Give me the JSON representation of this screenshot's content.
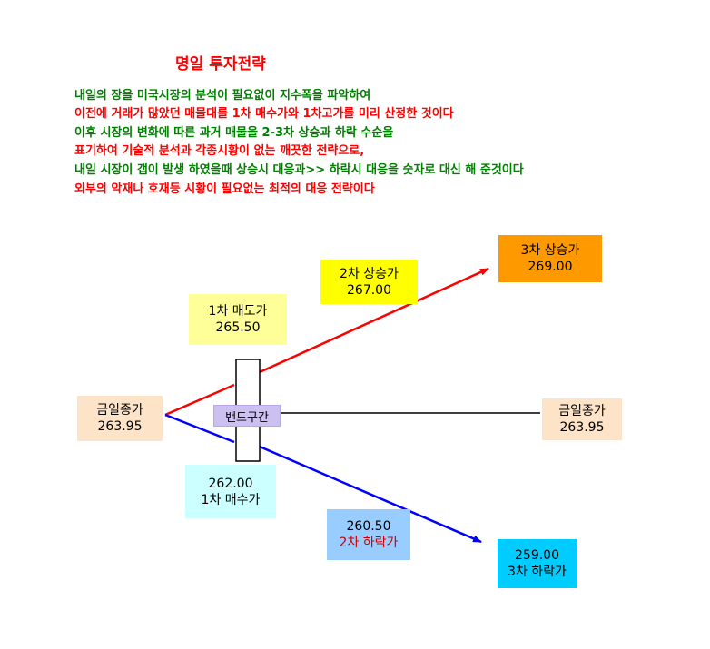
{
  "title": "명일 투자전략",
  "description": [
    {
      "text": "내일의 장을 미국시장의 분석이 필요없이 지수폭을 파악하여",
      "color": "#008000"
    },
    {
      "text": "이전에 거래가 많았던 매물대를 1차 매수가와 1차고가를 미리 산정한 것이다",
      "color": "#ff0000"
    },
    {
      "text": "이후 시장의 변화에 따른 과거 매물을 2-3차 상승과 하락 수순을",
      "color": "#008000"
    },
    {
      "text": "표기하여 기술적  분석과 각종시황이 없는 깨끗한 전략으로,",
      "color": "#ff0000"
    },
    {
      "text": "내일 시장이 갭이 발생 하였을때 상승시 대응과>> 하락시 대응을 숫자로 대신 해 준것이다",
      "color": "#008000"
    },
    {
      "text": "외부의 악재나 호재등  시황이 필요없는 최적의 대응 전략이다",
      "color": "#ff0000"
    }
  ],
  "nodes": {
    "close_left": {
      "label": "금일종가",
      "value": "263.95",
      "color": "#fde3c8"
    },
    "close_right": {
      "label": "금일종가",
      "value": "263.95",
      "color": "#fde3c8"
    },
    "sell1": {
      "label": "1차 매도가",
      "value": "265.50",
      "color": "#ffff99",
      "text_color": "#000000"
    },
    "rise2": {
      "label": "2차 상승가",
      "value": "267.00",
      "color": "#ffff00"
    },
    "rise3": {
      "label": "3차 상승가",
      "value": "269.00",
      "color": "#ff9900"
    },
    "band": {
      "label": "밴드구간",
      "color": "#ccc0f0"
    },
    "buy1": {
      "value": "262.00",
      "label": "1차 매수가",
      "color": "#ccffff"
    },
    "fall2": {
      "value": "260.50",
      "label": "2차 하락가",
      "color": "#99ccff",
      "label_color": "#cc0000"
    },
    "fall3": {
      "value": "259.00",
      "label": "3차 하락가",
      "color": "#00ccff"
    }
  },
  "lines": {
    "up_color": "#ff0000",
    "down_color": "#0000ff",
    "flat_color": "#000000"
  }
}
